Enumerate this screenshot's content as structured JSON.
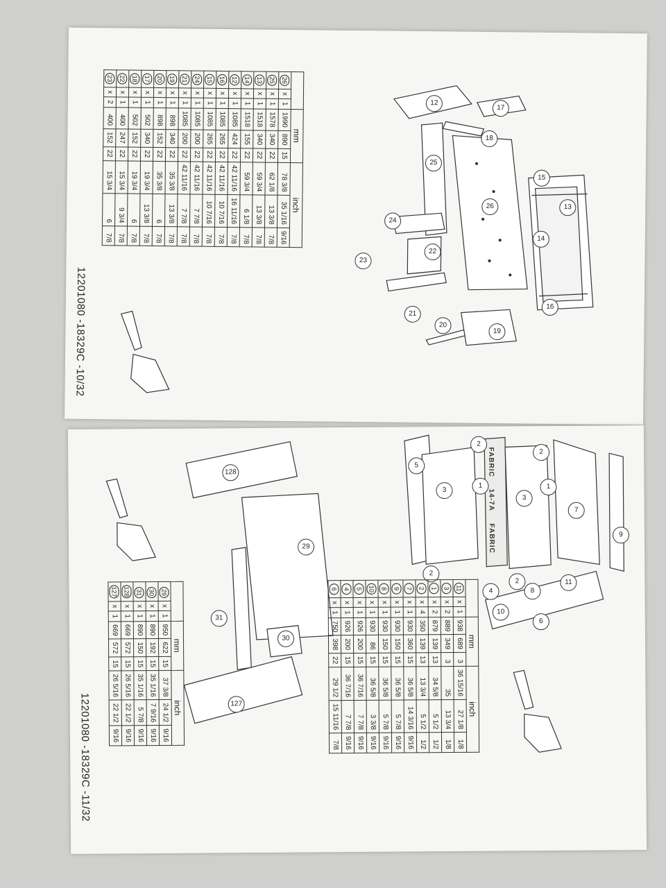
{
  "top_page": {
    "page_number": "12201080 -18329C -10/32",
    "col_heads": {
      "mm": "mm",
      "inch": "inch"
    },
    "rows": [
      {
        "part": "26",
        "qty": "1",
        "mm": [
          "1990",
          "890",
          "15"
        ],
        "inch": [
          "78 3/8",
          "35 1/16",
          "9/16"
        ]
      },
      {
        "part": "25",
        "qty": "1",
        "mm": [
          "1578",
          "340",
          "22"
        ],
        "inch": [
          "62 1/8",
          "13 3/8",
          "7/8"
        ]
      },
      {
        "part": "13",
        "qty": "1",
        "mm": [
          "1518",
          "340",
          "22"
        ],
        "inch": [
          "59 3/4",
          "13 3/8",
          "7/8"
        ]
      },
      {
        "part": "14",
        "qty": "1",
        "mm": [
          "1518",
          "155",
          "22"
        ],
        "inch": [
          "59 3/4",
          "6 1/8",
          "7/8"
        ]
      },
      {
        "part": "12",
        "qty": "1",
        "mm": [
          "1085",
          "424",
          "22"
        ],
        "inch": [
          "42 11/16",
          "16 11/16",
          "7/8"
        ]
      },
      {
        "part": "16",
        "qty": "1",
        "mm": [
          "1085",
          "265",
          "22"
        ],
        "inch": [
          "42 11/16",
          "10 7/16",
          "7/8"
        ]
      },
      {
        "part": "15",
        "qty": "1",
        "mm": [
          "1085",
          "265",
          "22"
        ],
        "inch": [
          "42 11/16",
          "10 7/16",
          "7/8"
        ]
      },
      {
        "part": "24",
        "qty": "1",
        "mm": [
          "1085",
          "200",
          "22"
        ],
        "inch": [
          "42 11/16",
          "7 7/8",
          "7/8"
        ]
      },
      {
        "part": "21",
        "qty": "1",
        "mm": [
          "1085",
          "200",
          "22"
        ],
        "inch": [
          "42 11/16",
          "7 7/8",
          "7/8"
        ]
      },
      {
        "part": "19",
        "qty": "1",
        "mm": [
          "898",
          "340",
          "22"
        ],
        "inch": [
          "35 3/8",
          "13 3/8",
          "7/8"
        ]
      },
      {
        "part": "20",
        "qty": "1",
        "mm": [
          "898",
          "152",
          "22"
        ],
        "inch": [
          "35 3/8",
          "6",
          "7/8"
        ]
      },
      {
        "part": "17",
        "qty": "1",
        "mm": [
          "502",
          "340",
          "22"
        ],
        "inch": [
          "19 3/4",
          "13 3/8",
          "7/8"
        ]
      },
      {
        "part": "18",
        "qty": "1",
        "mm": [
          "502",
          "152",
          "22"
        ],
        "inch": [
          "19 3/4",
          "6",
          "7/8"
        ]
      },
      {
        "part": "22",
        "qty": "1",
        "mm": [
          "400",
          "247",
          "22"
        ],
        "inch": [
          "15 3/4",
          "9 3/4",
          "7/8"
        ]
      },
      {
        "part": "23",
        "qty": "2",
        "mm": [
          "400",
          "152",
          "22"
        ],
        "inch": [
          "15 3/4",
          "6",
          "7/8"
        ]
      }
    ],
    "callouts": [
      "12",
      "17",
      "18",
      "25",
      "26",
      "15",
      "13",
      "14",
      "16",
      "24",
      "22",
      "23",
      "21",
      "20",
      "19"
    ]
  },
  "bottom_page": {
    "page_number": "12201080 -18329C -11/32",
    "table_a": {
      "col_heads": {
        "mm": "mm",
        "inch": "inch"
      },
      "rows": [
        {
          "part": "11",
          "qty": "1",
          "mm": [
            "938",
            "689",
            "3"
          ],
          "inch": [
            "36 15/16",
            "27 1/8",
            "1/8"
          ]
        },
        {
          "part": "3",
          "qty": "2",
          "mm": [
            "889",
            "349",
            "3"
          ],
          "inch": [
            "35",
            "13 3/4",
            "1/8"
          ]
        },
        {
          "part": "1",
          "qty": "2",
          "mm": [
            "879",
            "139",
            "13"
          ],
          "inch": [
            "34 5/8",
            "5 1/2",
            "1/2"
          ]
        },
        {
          "part": "2",
          "qty": "4",
          "mm": [
            "350",
            "139",
            "13"
          ],
          "inch": [
            "13 3/4",
            "5 1/2",
            "1/2"
          ]
        },
        {
          "part": "7",
          "qty": "1",
          "mm": [
            "930",
            "360",
            "15"
          ],
          "inch": [
            "36 5/8",
            "14 3/16",
            "9/16"
          ]
        },
        {
          "part": "9",
          "qty": "1",
          "mm": [
            "930",
            "150",
            "15"
          ],
          "inch": [
            "36 5/8",
            "5 7/8",
            "9/16"
          ]
        },
        {
          "part": "8",
          "qty": "1",
          "mm": [
            "930",
            "150",
            "15"
          ],
          "inch": [
            "36 5/8",
            "5 7/8",
            "9/16"
          ]
        },
        {
          "part": "10",
          "qty": "1",
          "mm": [
            "930",
            "86",
            "15"
          ],
          "inch": [
            "36 5/8",
            "3 3/8",
            "9/16"
          ]
        },
        {
          "part": "5",
          "qty": "1",
          "mm": [
            "926",
            "200",
            "15"
          ],
          "inch": [
            "36 7/16",
            "7 7/8",
            "9/16"
          ]
        },
        {
          "part": "4",
          "qty": "1",
          "mm": [
            "926",
            "200",
            "15"
          ],
          "inch": [
            "36 7/16",
            "7 7/8",
            "9/16"
          ]
        },
        {
          "part": "6",
          "qty": "1",
          "mm": [
            "750",
            "398",
            "22"
          ],
          "inch": [
            "29 1/2",
            "15 11/16",
            "7/8"
          ]
        }
      ]
    },
    "table_b": {
      "col_heads": {
        "mm": "mm",
        "inch": "inch"
      },
      "rows": [
        {
          "part": "29",
          "qty": "1",
          "mm": [
            "950",
            "622",
            "15"
          ],
          "inch": [
            "37 3/8",
            "24 1/2",
            "9/16"
          ]
        },
        {
          "part": "30",
          "qty": "1",
          "mm": [
            "890",
            "192",
            "15"
          ],
          "inch": [
            "35 1/16",
            "7 9/16",
            "9/16"
          ]
        },
        {
          "part": "31",
          "qty": "1",
          "mm": [
            "890",
            "150",
            "15"
          ],
          "inch": [
            "35 1/16",
            "5 7/8",
            "9/16"
          ]
        },
        {
          "part": "128",
          "qty": "1",
          "mm": [
            "669",
            "572",
            "15"
          ],
          "inch": [
            "26 5/16",
            "22 1/2",
            "9/16"
          ]
        },
        {
          "part": "127",
          "qty": "1",
          "mm": [
            "669",
            "572",
            "15"
          ],
          "inch": [
            "26 5/16",
            "22 1/2",
            "9/16"
          ]
        }
      ]
    },
    "fabric_labels": [
      "FABRIC",
      "14-7A",
      "FABRIC"
    ],
    "callouts": [
      "2",
      "1",
      "3",
      "5",
      "3",
      "1",
      "2",
      "7",
      "9",
      "11",
      "6",
      "10",
      "4",
      "2",
      "8",
      "2",
      "128",
      "29",
      "31",
      "30",
      "127"
    ]
  },
  "multiply_sign": "x"
}
